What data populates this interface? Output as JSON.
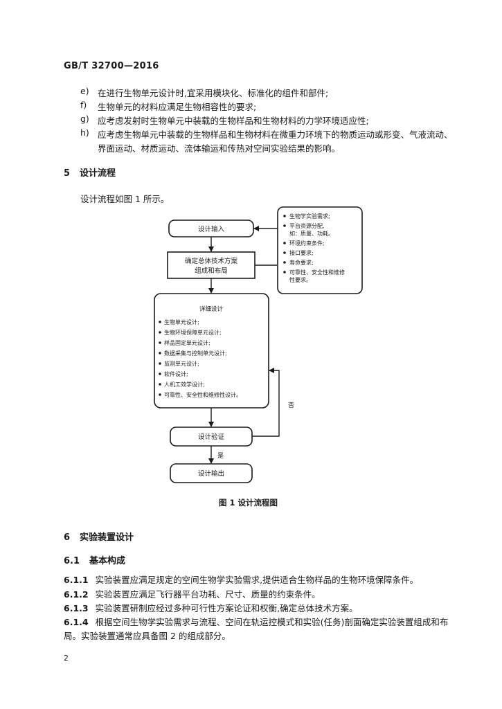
{
  "header": {
    "standard_code": "GB/T 32700—2016"
  },
  "list_items": [
    {
      "marker": "e)",
      "text": "在进行生物单元设计时,宜采用模块化、标准化的组件和部件;"
    },
    {
      "marker": "f)",
      "text": "生物单元的材料应满足生物相容性的要求;"
    },
    {
      "marker": "g)",
      "text": "应考虑发射时生物单元中装载的生物样品和生物材料的力学环境适应性;"
    },
    {
      "marker": "h)",
      "text": "应考虑生物单元中装载的生物样品和生物材料在微重力环境下的物质运动或形变、气液流动、",
      "continuation": "界面运动、材质运动、流体输运和传热对空间实验结果的影响。"
    }
  ],
  "section5": {
    "number": "5",
    "title": "设计流程",
    "intro": "设计流程如图 1 所示。"
  },
  "flowchart": {
    "design_input": "设计输入",
    "overall_scheme_line1": "确定总体技术方案",
    "overall_scheme_line2": "组成和布局",
    "requirements": [
      "生物学实验需求;",
      "平台资源分配,",
      "如：质量、功耗。",
      "环境约束条件;",
      "接口要求;",
      "寿命要求;",
      "可靠性、安全性和维修",
      "性要求。"
    ],
    "detail_title": "详细设计",
    "detail_items": [
      "生物单元设计;",
      "生物环境保障单元设计;",
      "样品固定单元设计;",
      "数据采集与控制单元设计;",
      "监测单元设计;",
      "软件设计;",
      "人机工效学设计;",
      "可靠性、安全性和维修性设计。"
    ],
    "verification": "设计验证",
    "output": "设计输出",
    "no_label": "否",
    "yes_label": "是"
  },
  "figure_caption": "图 1   设计流程图",
  "section6": {
    "number": "6",
    "title": "实验装置设计"
  },
  "section61": {
    "number": "6.1",
    "title": "基本构成"
  },
  "paragraphs": [
    {
      "number": "6.1.1",
      "text": "实验装置应满足规定的空间生物学实验需求,提供适合生物样品的生物环境保障条件。"
    },
    {
      "number": "6.1.2",
      "text": "实验装置应满足飞行器平台功耗、尺寸、质量的约束条件。"
    },
    {
      "number": "6.1.3",
      "text": "实验装置研制应经过多种可行性方案论证和权衡,确定总体技术方案。"
    },
    {
      "number": "6.1.4",
      "text": "根据空间生物学实验需求与流程、空间在轨运控模式和实验(任务)剖面确定实验装置组成和布",
      "continuation": "局。实验装置通常应具备图 2 的组成部分。"
    }
  ],
  "page_number": "2"
}
